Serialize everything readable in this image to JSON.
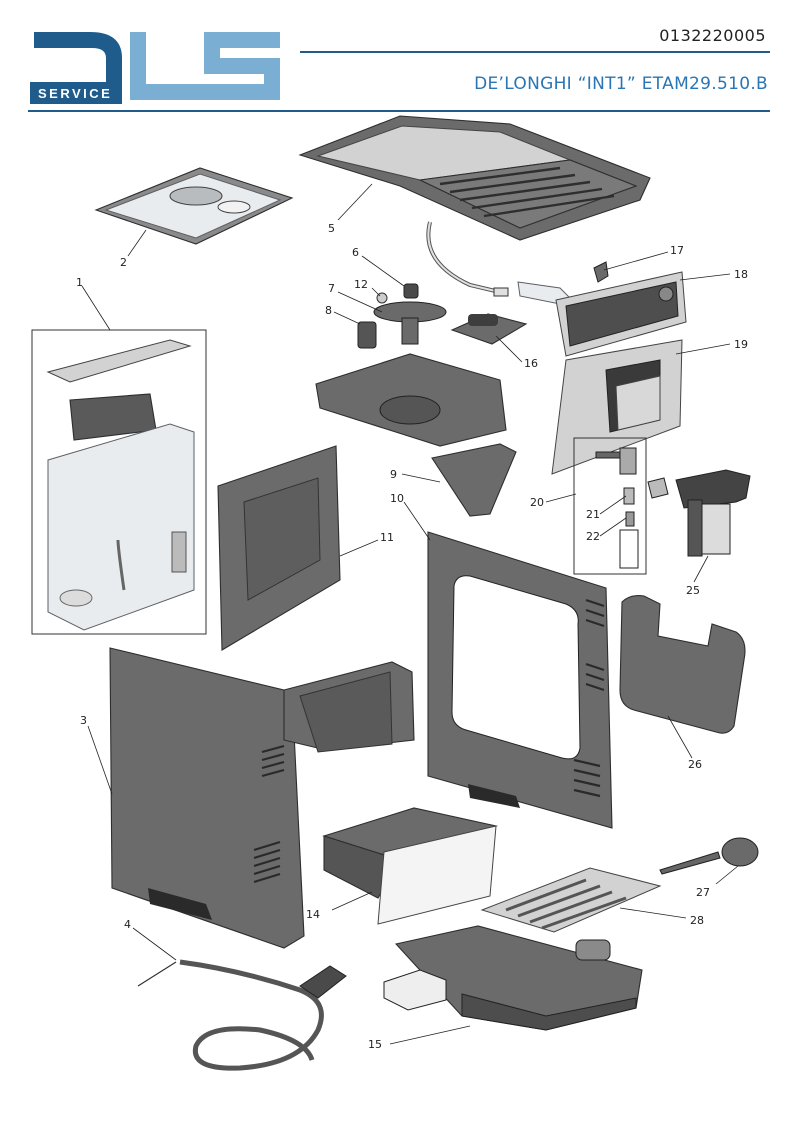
{
  "header": {
    "logo_letters": "DLS",
    "logo_word": "SERVICE",
    "doc_code": "0132220005",
    "model": "DE’LONGHI “INT1”  ETAM29.510.B"
  },
  "colors": {
    "brand_dark": "#1f5c8c",
    "brand_light": "#7aaed2",
    "title": "#2a75b3",
    "part": "#6b6b6b"
  },
  "parts": {
    "p1": "1",
    "p2": "2",
    "p3": "3",
    "p4": "4",
    "p5": "5",
    "p6": "6",
    "p7": "7",
    "p8": "8",
    "p9": "9",
    "p10": "10",
    "p11": "11",
    "p12": "12",
    "p14": "14",
    "p15": "15",
    "p16": "16",
    "p17": "17",
    "p18": "18",
    "p19": "19",
    "p20": "20",
    "p21": "21",
    "p22": "22",
    "p25": "25",
    "p26": "26",
    "p27": "27",
    "p28": "28"
  }
}
